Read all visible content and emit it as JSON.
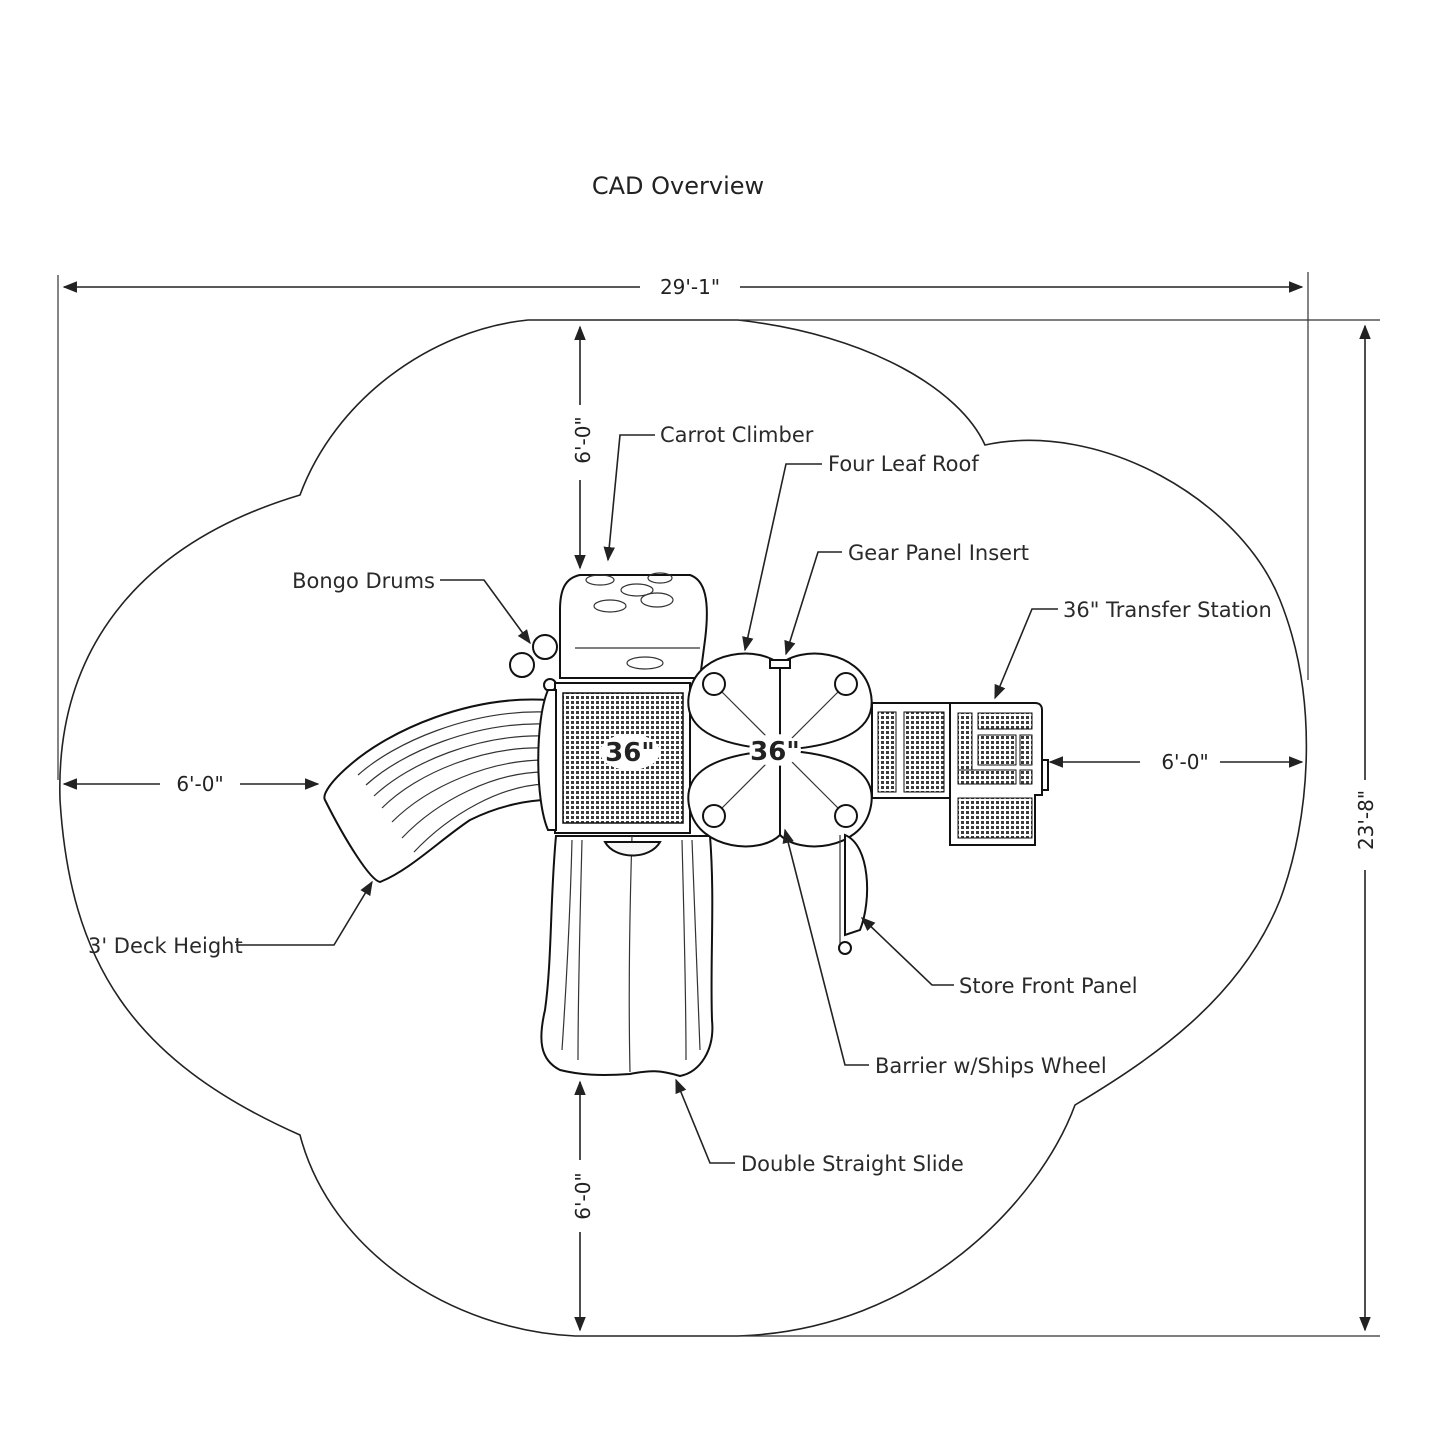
{
  "title": "CAD Overview",
  "dimensions": {
    "overall_width": "29'-1\"",
    "overall_depth": "23'-8\"",
    "top_clearance": "6'-0\"",
    "left_clearance": "6'-0\"",
    "right_clearance": "6'-0\"",
    "bottom_clearance": "6'-0\""
  },
  "deck_heights": {
    "left_deck": "36\"",
    "right_deck": "36\""
  },
  "components": {
    "carrot_climber": "Carrot Climber",
    "four_leaf_roof": "Four Leaf Roof",
    "gear_panel_insert": "Gear Panel Insert",
    "bongo_drums": "Bongo Drums",
    "transfer_station": "36\" Transfer Station",
    "deck_height": "3' Deck Height",
    "store_front_panel": "Store Front Panel",
    "barrier_ships_wheel": "Barrier w/Ships Wheel",
    "double_straight_slide": "Double Straight Slide"
  }
}
